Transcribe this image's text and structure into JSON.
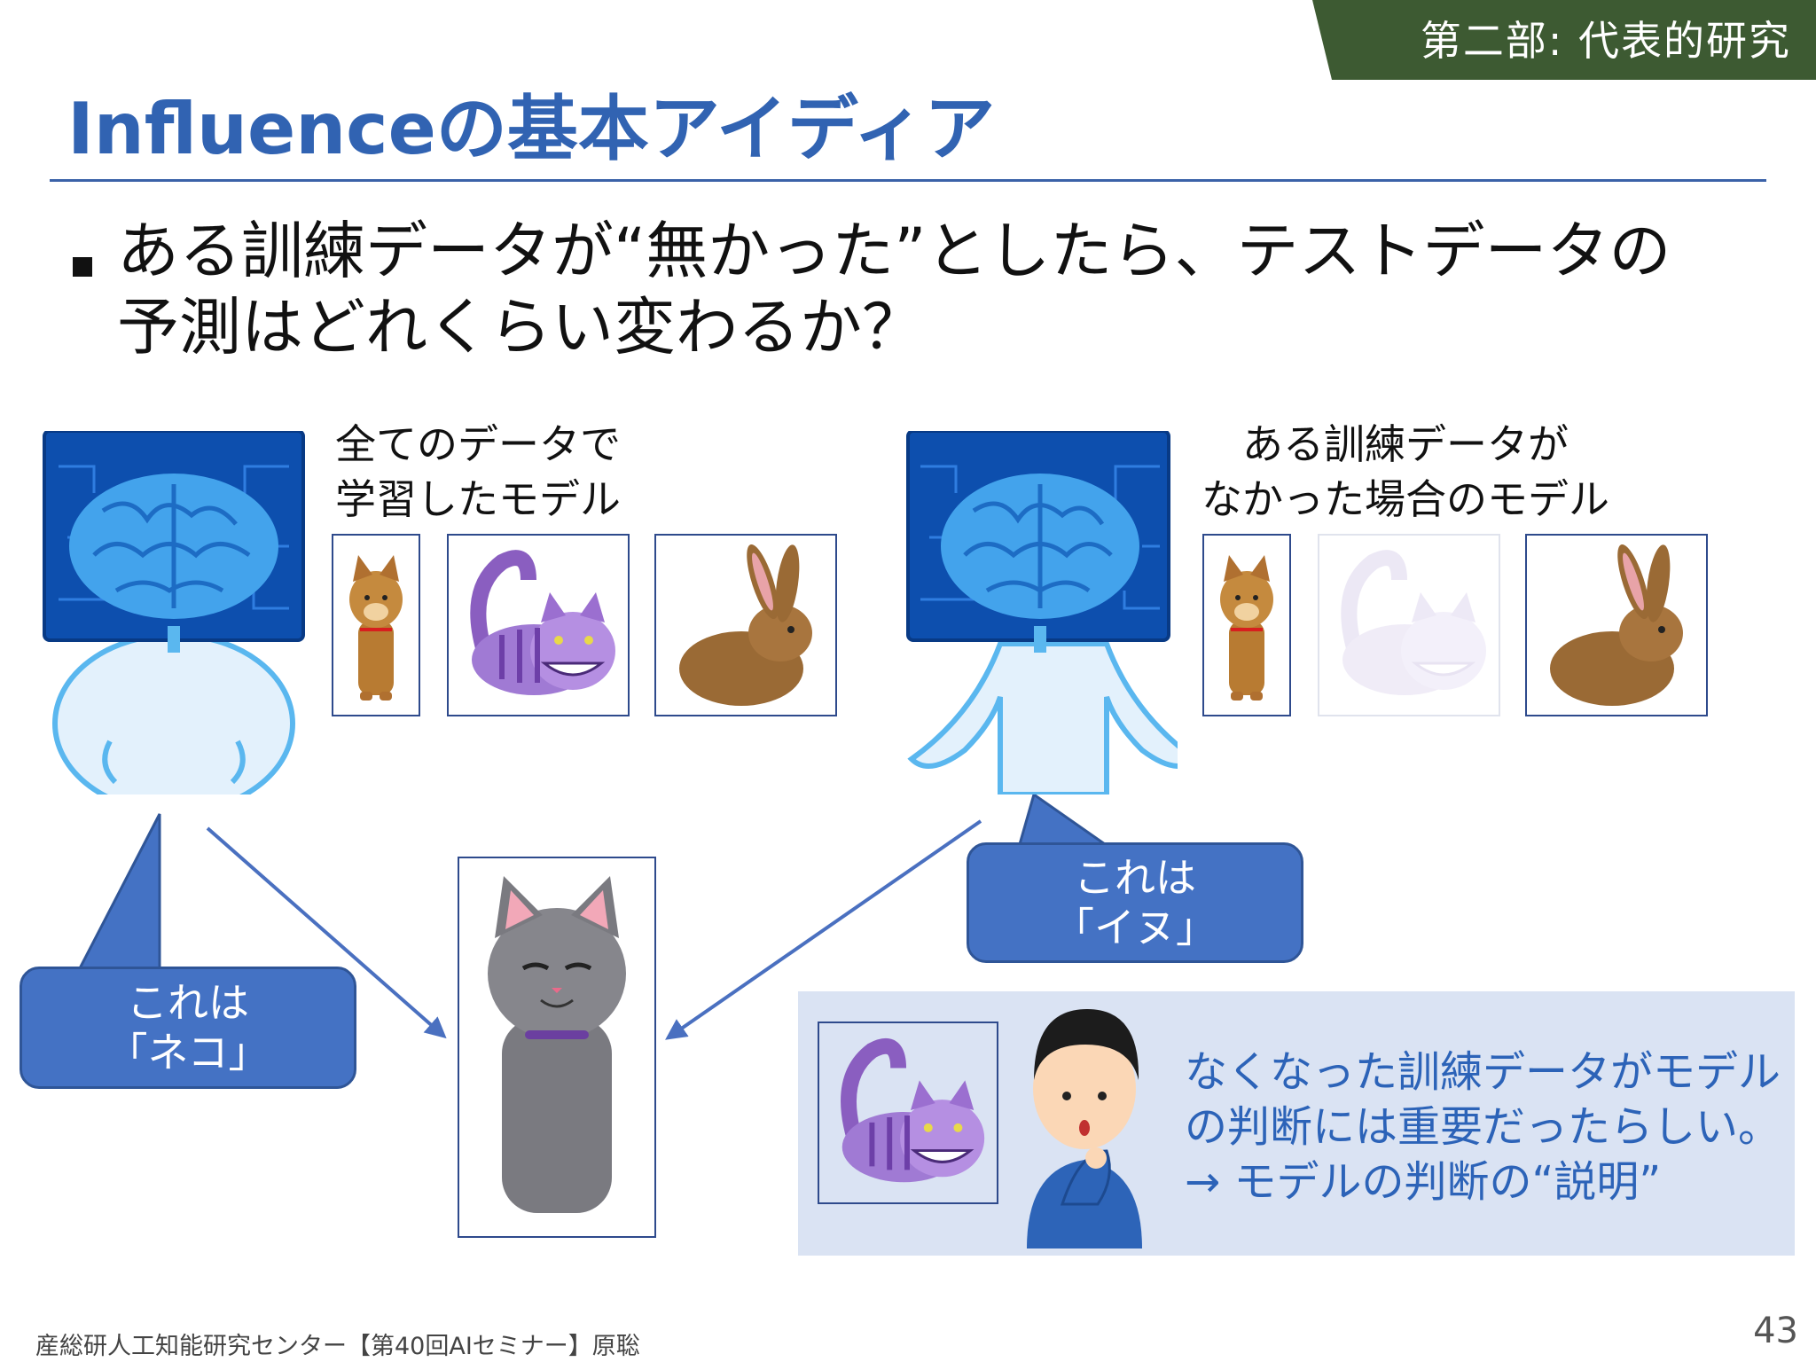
{
  "header": {
    "section_label": "第二部: 代表的研究",
    "title": "Influenceの基本アイディア"
  },
  "bullet": {
    "line1": "ある訓練データが“無かった”としたら、テストデータの",
    "line2": "予測はどれくらい変わるか？"
  },
  "left_model": {
    "caption_line1": "全てのデータで",
    "caption_line2": "学習したモデル",
    "prediction_line1": "これは",
    "prediction_line2": "「ネコ」"
  },
  "right_model": {
    "caption_line1": "ある訓練データが",
    "caption_line2": "なかった場合のモデル",
    "prediction_line1": "これは",
    "prediction_line2": "「イヌ」"
  },
  "explanation": {
    "line1": "なくなった訓練データがモデル",
    "line2": "の判断には重要だったらしい。",
    "line3": "→ モデルの判断の“説明”"
  },
  "footer": {
    "credit": "産総研人工知能研究センター【第40回AIセミナー】原聡",
    "page_number": "43"
  },
  "colors": {
    "title": "#3163b2",
    "section_tab": "#3d5a32",
    "bubble": "#4472c4",
    "arrow": "#4a70c0",
    "explain_box": "#dae3f3",
    "explain_text": "#2c63b8"
  },
  "icons": {
    "left_model": "ai-brain-robot-icon",
    "right_model": "ai-brain-robot-icon",
    "training_1": "dog-icon",
    "training_2": "striped-cat-icon",
    "training_3": "rabbit-icon",
    "test_image": "gray-cat-icon",
    "explainer": "thinking-person-icon"
  }
}
